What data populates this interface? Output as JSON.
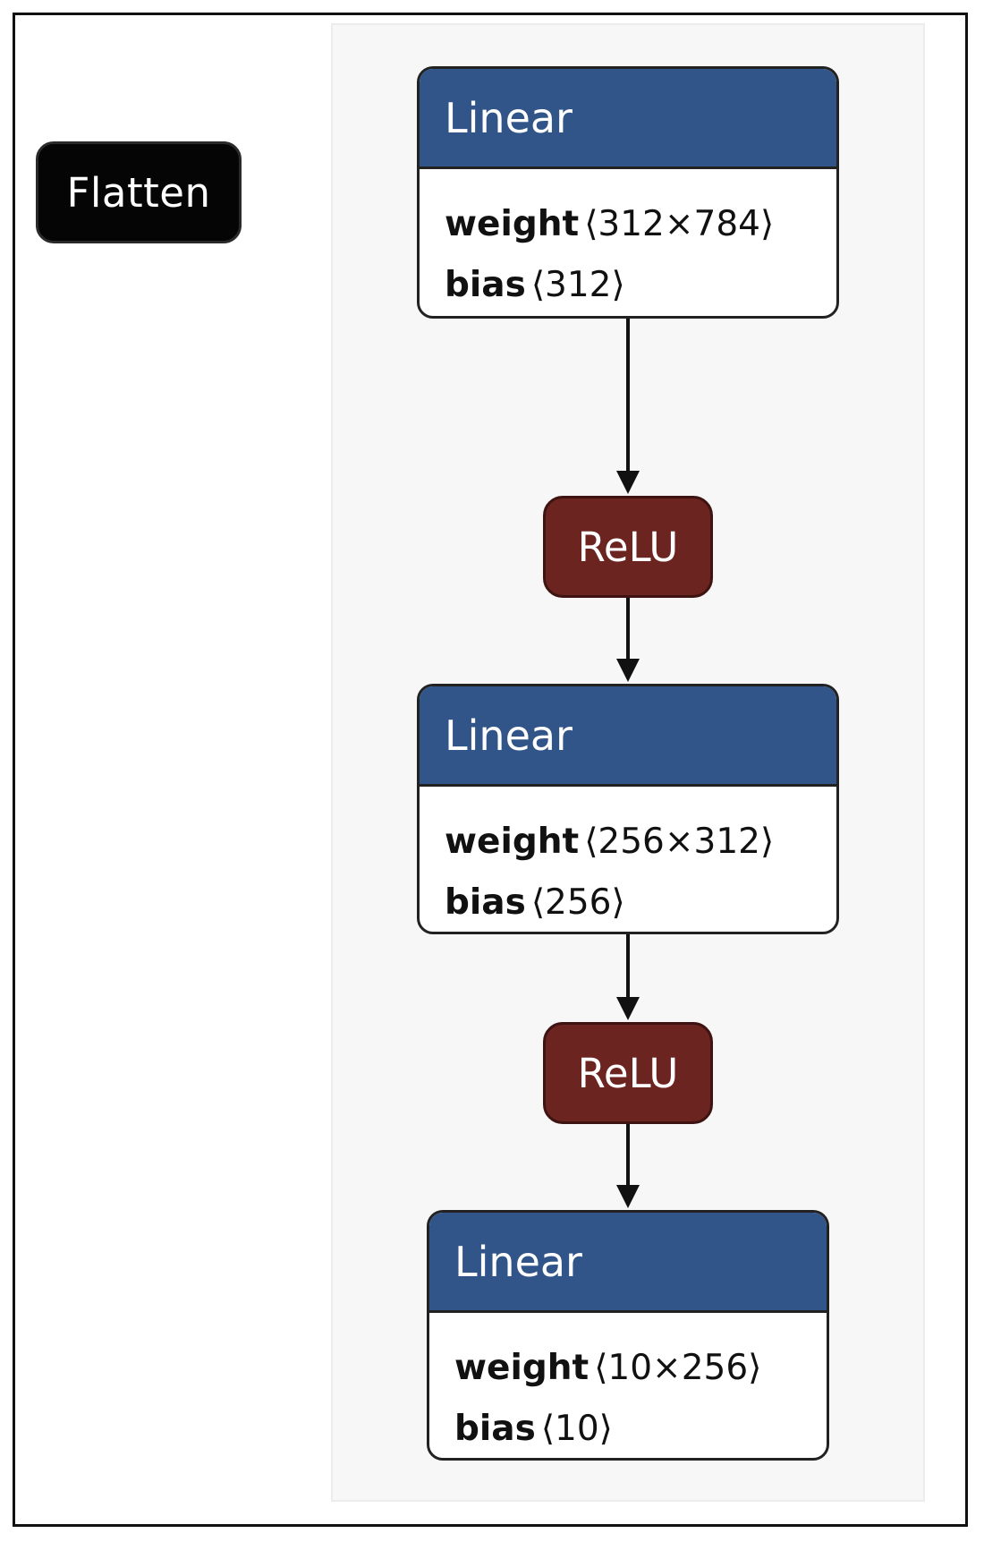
{
  "flatten_label": "Flatten",
  "layers": [
    {
      "type": "Linear",
      "params": [
        {
          "name": "weight",
          "shape": "⟨312×784⟩"
        },
        {
          "name": "bias",
          "shape": "⟨312⟩"
        }
      ]
    },
    {
      "type": "ReLU"
    },
    {
      "type": "Linear",
      "params": [
        {
          "name": "weight",
          "shape": "⟨256×312⟩"
        },
        {
          "name": "bias",
          "shape": "⟨256⟩"
        }
      ]
    },
    {
      "type": "ReLU"
    },
    {
      "type": "Linear",
      "params": [
        {
          "name": "weight",
          "shape": "⟨10×256⟩"
        },
        {
          "name": "bias",
          "shape": "⟨10⟩"
        }
      ]
    }
  ],
  "colors": {
    "linear_header": "#325589",
    "relu": "#6b241f",
    "flatten": "#050505",
    "panel": "#f7f7f7"
  }
}
